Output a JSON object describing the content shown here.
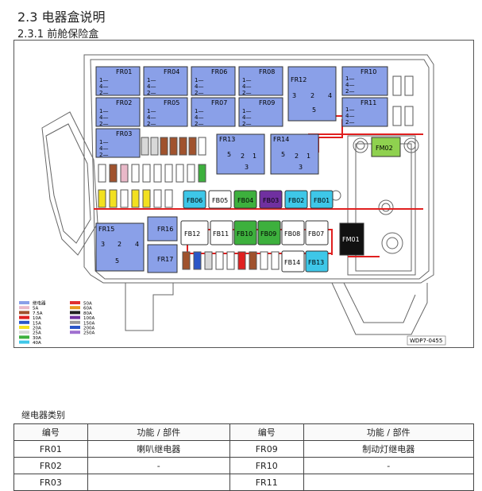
{
  "section_title": "2.3 电器盒说明",
  "subsection_title": "2.3.1 前舱保险盒",
  "diagram": {
    "code": "WDP7-0455",
    "relays": {
      "FR01": "FR01",
      "FR02": "FR02",
      "FR03": "FR03",
      "FR04": "FR04",
      "FR05": "FR05",
      "FR06": "FR06",
      "FR07": "FR07",
      "FR08": "FR08",
      "FR09": "FR09",
      "FR10": "FR10",
      "FR11": "FR11",
      "FR12": "FR12",
      "FR13": "FR13",
      "FR14": "FR14",
      "FR15": "FR15",
      "FR16": "FR16",
      "FR17": "FR17"
    },
    "big_fuses": {
      "FB01": "FB01",
      "FB02": "FB02",
      "FB03": "FB03",
      "FB04": "FB04",
      "FB05": "FB05",
      "FB06": "FB06",
      "FB07": "FB07",
      "FB08": "FB08",
      "FB09": "FB09",
      "FB10": "FB10",
      "FB11": "FB11",
      "FB12": "FB12",
      "FB13": "FB13",
      "FB14": "FB14"
    },
    "fm01": "FM01",
    "fm02": "FM02",
    "legend": [
      {
        "label": "继电器",
        "color": "#8aa0e8"
      },
      {
        "label": "5A",
        "color": "#e9b8c8"
      },
      {
        "label": "7.5A",
        "color": "#a0522d"
      },
      {
        "label": "10A",
        "color": "#e02020"
      },
      {
        "label": "15A",
        "color": "#2a56c8"
      },
      {
        "label": "20A",
        "color": "#f2e020"
      },
      {
        "label": "25A",
        "color": "#d8d8d8"
      },
      {
        "label": "30A",
        "color": "#3db03d"
      },
      {
        "label": "40A",
        "color": "#3ec7e8"
      },
      {
        "label": "50A",
        "color": "#e03030"
      },
      {
        "label": "60A",
        "color": "#e89a20"
      },
      {
        "label": "80A",
        "color": "#202020"
      },
      {
        "label": "100A",
        "color": "#7030a0"
      },
      {
        "label": "150A",
        "color": "#9a9a9a"
      },
      {
        "label": "200A",
        "color": "#2a56c8"
      },
      {
        "label": "250A",
        "color": "#a070d0"
      }
    ]
  },
  "relay_table": {
    "caption": "继电器类别",
    "headers": [
      "编号",
      "功能 / 部件",
      "编号",
      "功能 / 部件"
    ],
    "rows": [
      [
        "FR01",
        "喇叭继电器",
        "FR09",
        "制动灯继电器"
      ],
      [
        "FR02",
        "-",
        "FR10",
        "-"
      ],
      [
        "FR03",
        "",
        "FR11",
        ""
      ]
    ]
  }
}
